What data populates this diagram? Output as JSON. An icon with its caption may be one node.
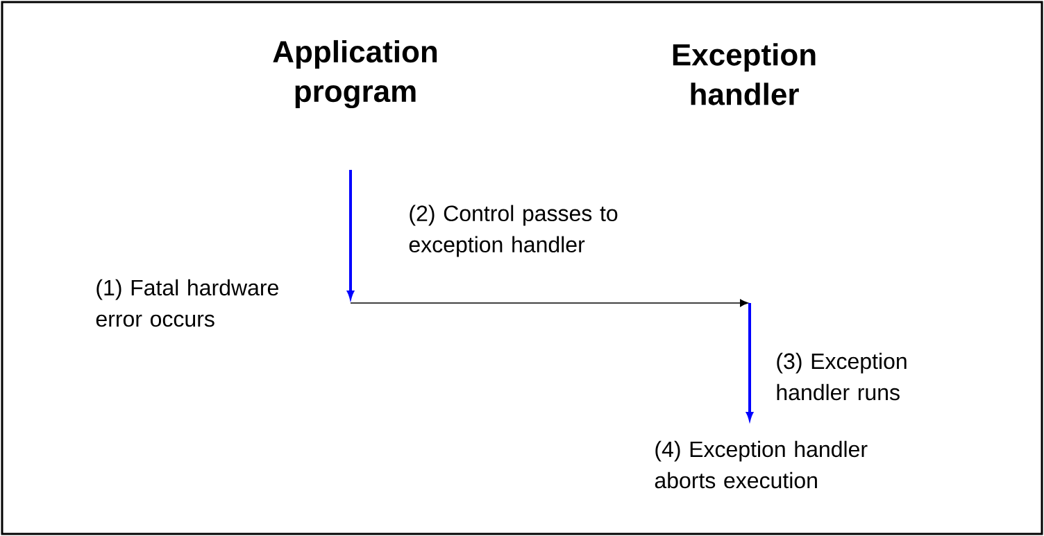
{
  "diagram": {
    "labels": [
      "Application program",
      "Exception handler",
      "(2) Control passes to exception handler",
      "(1) Fatal hardware error occurs",
      "(3) Exception handler runs",
      "(4) Exception handler aborts execution"
    ]
  }
}
